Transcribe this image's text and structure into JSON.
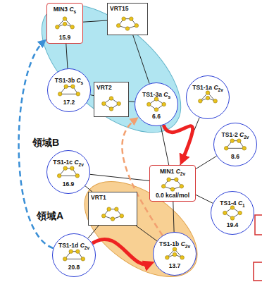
{
  "diagram": {
    "nodes": [
      {
        "text": [
          "領域B"
        ]
      },
      {
        "text": [
          "MIN3 Cs",
          "15.9"
        ],
        "in": 0
      },
      {
        "text": [
          "VRT15"
        ]
      },
      {
        "text": [
          "TS1-3b Cs",
          "17.2"
        ],
        "in": 0
      },
      {
        "text": [
          "TS1-3a Cs",
          "6.6"
        ],
        "in": 0
      },
      {
        "text": [
          "VRT2"
        ]
      },
      {
        "text": [
          "TS1-1a C2v"
        ]
      },
      {
        "text": [
          "TS1-2 C2v",
          "8.6"
        ]
      },
      {
        "text": [
          "MIN1 C2v",
          "0.0 kcal/mol"
        ]
      },
      {
        "text": [
          "TS1-1c C2v",
          "16.9"
        ]
      },
      {
        "text": [
          "領域A"
        ]
      },
      {
        "text": [
          "VRT1"
        ],
        "in": 10
      },
      {
        "text": [
          "TS1-4 C1",
          "19.4"
        ]
      },
      {
        "text": [
          "TS1-1d C2v",
          "20.8"
        ]
      },
      {
        "text": [
          "TS1-1b C2v",
          "13.7"
        ],
        "in": 10
      }
    ],
    "edges": [
      {
        "from": 1,
        "to": 2,
        "arrow": "none"
      },
      {
        "from": 1,
        "to": 3,
        "arrow": "none"
      },
      {
        "from": 2,
        "to": 4,
        "arrow": "none"
      },
      {
        "from": 3,
        "to": 5,
        "arrow": "none"
      },
      {
        "from": 5,
        "to": 4,
        "arrow": "none"
      },
      {
        "from": 4,
        "to": 8,
        "arrow": "none"
      },
      {
        "from": 6,
        "to": 8,
        "arrow": "none"
      },
      {
        "from": 7,
        "to": 8,
        "arrow": "none"
      },
      {
        "from": 9,
        "to": 8,
        "arrow": "none"
      },
      {
        "from": 12,
        "to": 8,
        "arrow": "none"
      },
      {
        "from": 14,
        "to": 8,
        "arrow": "none"
      },
      {
        "from": 11,
        "to": 9,
        "arrow": "none"
      },
      {
        "from": 11,
        "to": 13,
        "arrow": "none"
      },
      {
        "from": 11,
        "to": 14,
        "arrow": "none"
      },
      {
        "from": 4,
        "to": 8,
        "arrow": "to"
      },
      {
        "from": 13,
        "to": 14,
        "arrow": "to"
      },
      {
        "from": 13,
        "to": 1,
        "arrow": "to"
      },
      {
        "from": 14,
        "to": 4,
        "arrow": "to"
      }
    ]
  }
}
